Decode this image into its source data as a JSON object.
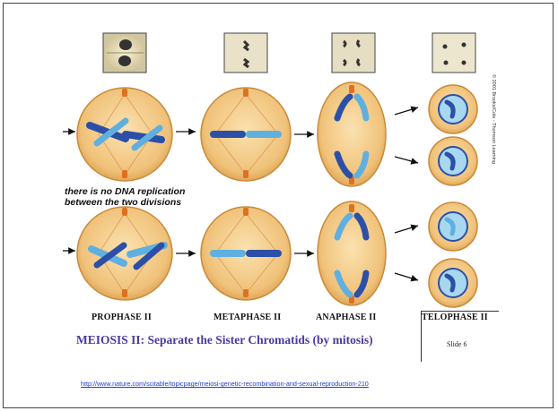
{
  "phases": [
    "PROPHASE II",
    "METAPHASE II",
    "ANAPHASE II",
    "TELOPHASE II"
  ],
  "caption": "MEIOSIS II:  Separate the Sister Chromatids (by mitosis)",
  "note_lines": [
    "there is no DNA replication",
    "between the two divisions"
  ],
  "credit": "© 2001 Brooks/Cole - Thomson Learning",
  "slide_number": "Slide 6",
  "source_url": "http://www.nature.com/scitable/topicpage/meiosi-genetic-recombination-and-sexual-reproduction-210",
  "colors": {
    "cell_fill": "#f0c27a",
    "cell_edge": "#c98a3a",
    "chromatid_dark": "#2c4fa8",
    "chromatid_light": "#5fb0e0",
    "caption": "#4a3aa0",
    "link": "#1f3fd0"
  }
}
